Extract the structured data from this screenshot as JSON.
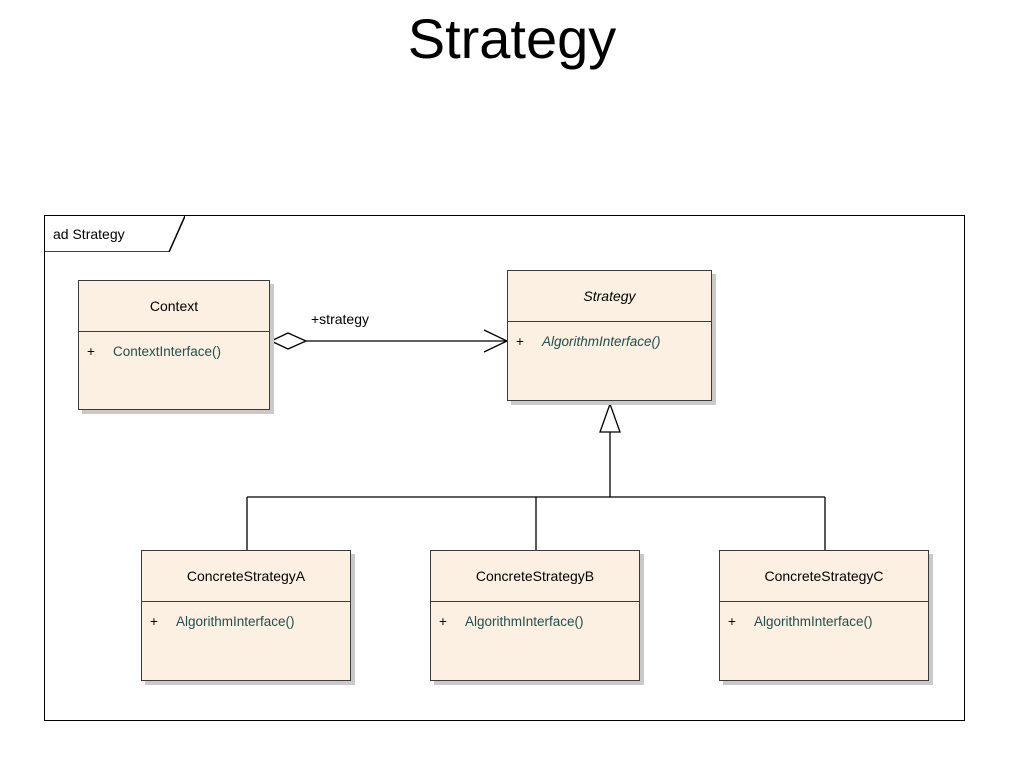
{
  "title": "Strategy",
  "frame": {
    "label": "ad Strategy"
  },
  "association": {
    "role_label": "+strategy"
  },
  "classes": {
    "context": {
      "name": "Context",
      "operation": {
        "visibility": "+",
        "name": "ContextInterface()"
      }
    },
    "strategy": {
      "name": "Strategy",
      "abstract": true,
      "operation": {
        "visibility": "+",
        "name": "AlgorithmInterface()"
      }
    },
    "concrete_a": {
      "name": "ConcreteStrategyA",
      "operation": {
        "visibility": "+",
        "name": "AlgorithmInterface()"
      }
    },
    "concrete_b": {
      "name": "ConcreteStrategyB",
      "operation": {
        "visibility": "+",
        "name": "AlgorithmInterface()"
      }
    },
    "concrete_c": {
      "name": "ConcreteStrategyC",
      "operation": {
        "visibility": "+",
        "name": "AlgorithmInterface()"
      }
    }
  },
  "colors": {
    "class_fill": "#fbf0e1",
    "class_border": "#3a3a3a",
    "operation_text": "#1f4f4f",
    "shadow": "#c9c9c9"
  }
}
